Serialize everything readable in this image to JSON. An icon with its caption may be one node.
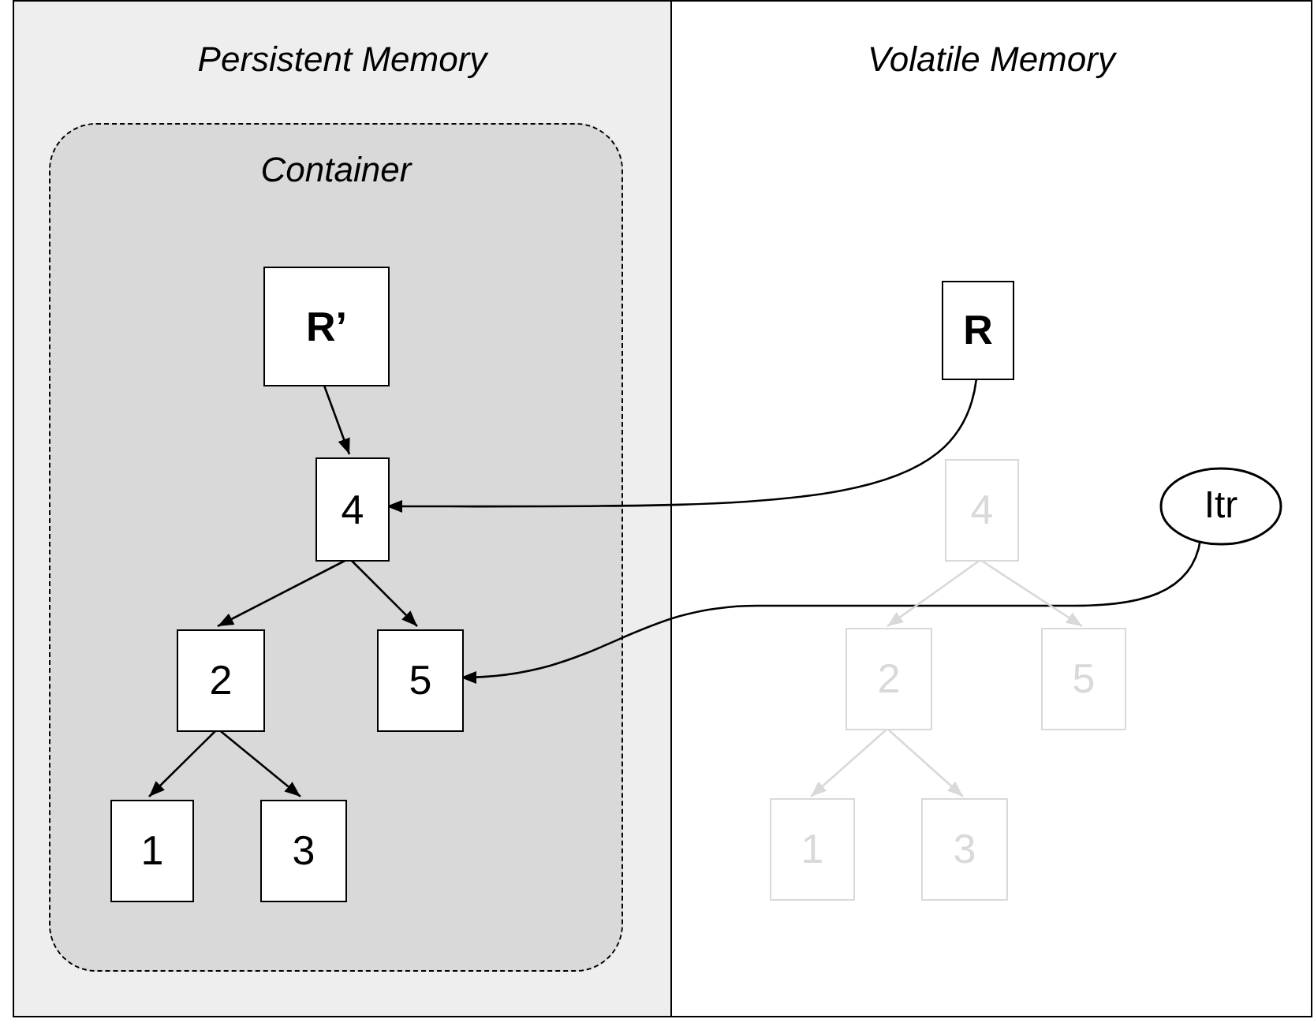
{
  "diagram": {
    "nodes": [
      {
        "text": [
          "Persistent Memory"
        ]
      },
      {
        "text": [
          "Container"
        ],
        "in": 0
      },
      {
        "text": [
          "R’"
        ],
        "in": 1
      },
      {
        "text": [
          "4"
        ],
        "in": 1
      },
      {
        "text": [
          "2"
        ],
        "in": 1
      },
      {
        "text": [
          "5"
        ],
        "in": 1
      },
      {
        "text": [
          "1"
        ],
        "in": 1
      },
      {
        "text": [
          "3"
        ],
        "in": 1
      },
      {
        "text": [
          "Volatile Memory"
        ]
      },
      {
        "text": [
          "R"
        ],
        "in": 8
      },
      {
        "text": [
          "Itr"
        ],
        "in": 8
      },
      {
        "text": [
          "4"
        ],
        "in": 8
      },
      {
        "text": [
          "2"
        ],
        "in": 8
      },
      {
        "text": [
          "5"
        ],
        "in": 8
      },
      {
        "text": [
          "1"
        ],
        "in": 8
      },
      {
        "text": [
          "3"
        ],
        "in": 8
      }
    ],
    "edges": [
      {
        "from": 2,
        "to": 3,
        "arrow": "to"
      },
      {
        "from": 3,
        "to": 4,
        "arrow": "to"
      },
      {
        "from": 3,
        "to": 5,
        "arrow": "to"
      },
      {
        "from": 4,
        "to": 6,
        "arrow": "to"
      },
      {
        "from": 4,
        "to": 7,
        "arrow": "to"
      },
      {
        "from": 9,
        "to": 3,
        "arrow": "to"
      },
      {
        "from": 10,
        "to": 5,
        "arrow": "to"
      },
      {
        "from": 11,
        "to": 12,
        "arrow": "to",
        "color": "#d9d9d9"
      },
      {
        "from": 11,
        "to": 13,
        "arrow": "to",
        "color": "#d9d9d9"
      },
      {
        "from": 12,
        "to": 14,
        "arrow": "to",
        "color": "#d9d9d9"
      },
      {
        "from": 12,
        "to": 15,
        "arrow": "to",
        "color": "#d9d9d9"
      }
    ]
  }
}
